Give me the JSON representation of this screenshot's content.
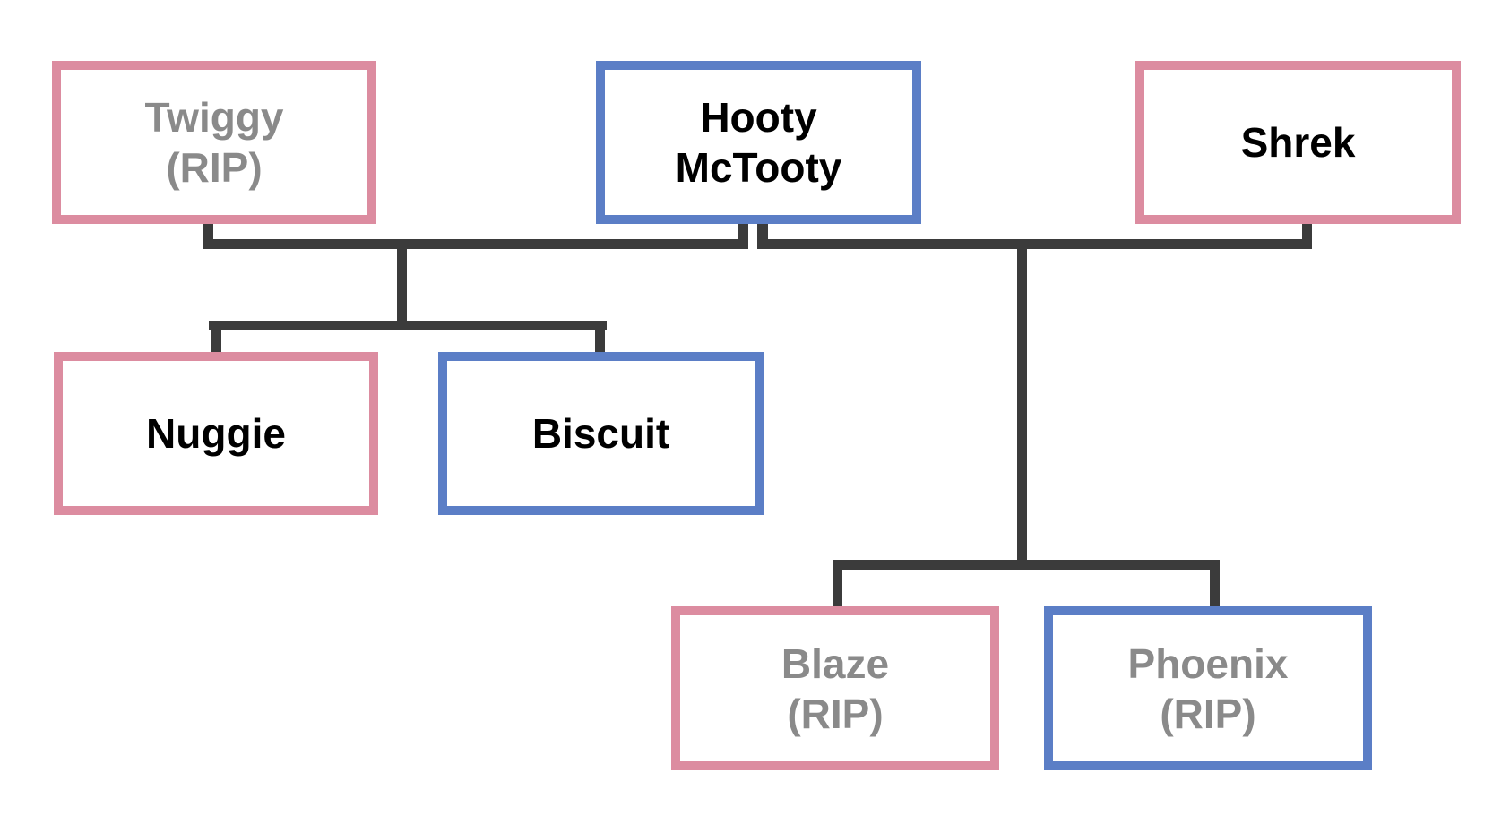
{
  "diagram": {
    "background": "#FFFFFF",
    "colors": {
      "pink_border": "#DC8CA0",
      "blue_border": "#5B7EC6",
      "connector_line": "#3B3B3B",
      "deceased_text": "#8A8A8A",
      "living_text": "#000000"
    },
    "nodes": {
      "twiggy": {
        "line1": "Twiggy",
        "line2": "(RIP)",
        "border": "pink",
        "deceased": true
      },
      "hooty": {
        "line1": "Hooty",
        "line2": "McTooty",
        "border": "blue",
        "deceased": false
      },
      "shrek": {
        "line1": "Shrek",
        "line2": "",
        "border": "pink",
        "deceased": false
      },
      "nuggie": {
        "line1": "Nuggie",
        "line2": "",
        "border": "pink",
        "deceased": false
      },
      "biscuit": {
        "line1": "Biscuit",
        "line2": "",
        "border": "blue",
        "deceased": false
      },
      "blaze": {
        "line1": "Blaze",
        "line2": "(RIP)",
        "border": "pink",
        "deceased": true
      },
      "phoenix": {
        "line1": "Phoenix",
        "line2": "(RIP)",
        "border": "blue",
        "deceased": true
      }
    },
    "families": [
      {
        "parents": [
          "Twiggy (RIP)",
          "Hooty McTooty"
        ],
        "children": [
          "Nuggie",
          "Biscuit"
        ]
      },
      {
        "parents": [
          "Hooty McTooty",
          "Shrek"
        ],
        "children": [
          "Blaze (RIP)",
          "Phoenix (RIP)"
        ]
      }
    ]
  }
}
